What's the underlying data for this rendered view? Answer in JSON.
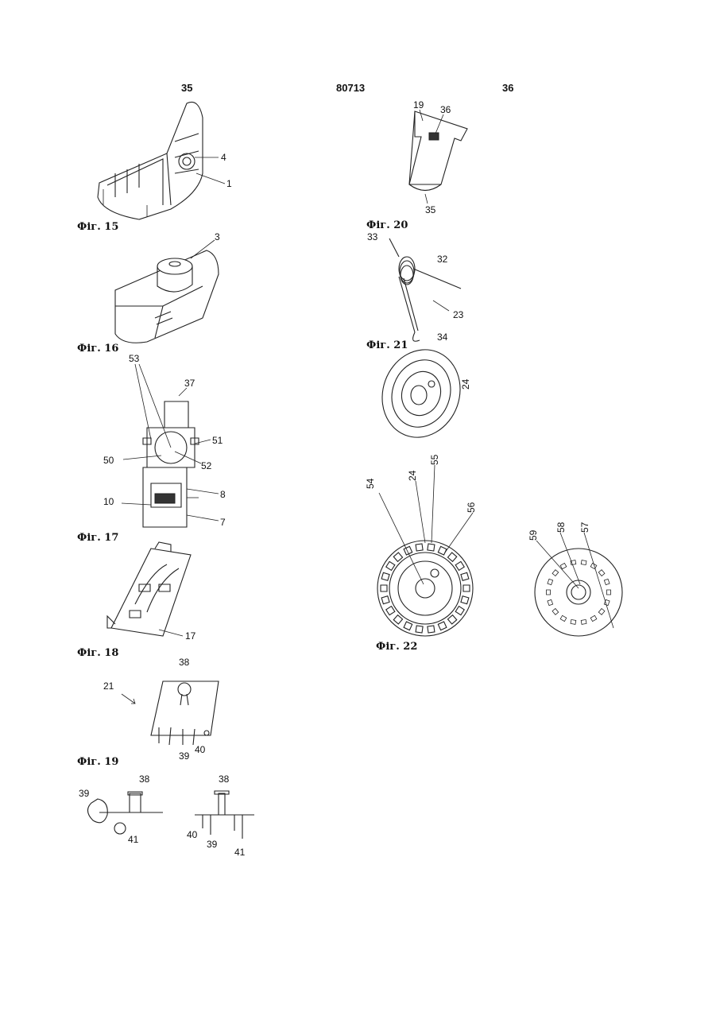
{
  "header": {
    "page_left": "35",
    "patent_number": "80713",
    "page_right": "36"
  },
  "figures": {
    "fig15": {
      "caption": "Фіг. 15",
      "labels": [
        "4",
        "1"
      ]
    },
    "fig16": {
      "caption": "Фіг. 16",
      "labels": [
        "3"
      ]
    },
    "fig17": {
      "caption": "Фіг. 17",
      "labels": [
        "53",
        "37",
        "51",
        "50",
        "52",
        "8",
        "10",
        "7"
      ]
    },
    "fig18": {
      "caption": "Фіг. 18",
      "labels": [
        "17"
      ]
    },
    "fig19": {
      "caption": "Фіг. 19",
      "labels": [
        "38",
        "21",
        "40",
        "39"
      ]
    },
    "fig19b": {
      "labels_left": [
        "38",
        "39",
        "41"
      ],
      "labels_right": [
        "38",
        "40",
        "39",
        "41"
      ]
    },
    "fig20": {
      "caption": "Фіг. 20",
      "labels": [
        "19",
        "36",
        "35"
      ]
    },
    "fig21": {
      "caption": "Фіг. 21",
      "labels": [
        "33",
        "32",
        "23",
        "34"
      ]
    },
    "fig22": {
      "caption": "Фіг. 22",
      "labels": [
        "24",
        "54",
        "24",
        "55",
        "56",
        "59",
        "58",
        "57"
      ]
    }
  }
}
